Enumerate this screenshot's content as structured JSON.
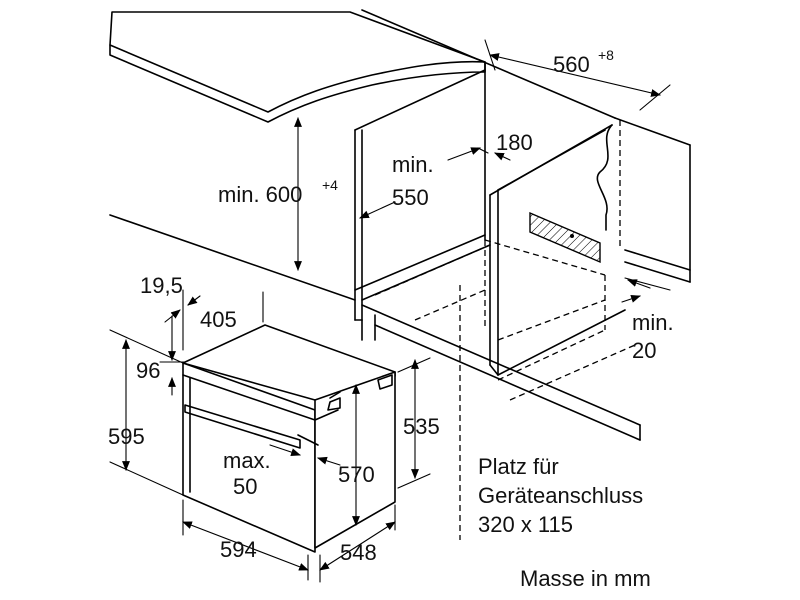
{
  "dims": {
    "cabinet_depth": "560",
    "cabinet_depth_tol": "+8",
    "min_600_prefix": "min. 600",
    "min_600_tol": "+4",
    "min_550_line1": "min.",
    "min_550_line2": "550",
    "dim_180": "180",
    "min_20_line1": "min.",
    "min_20_line2": "20",
    "dim_19_5": "19,5",
    "dim_405": "405",
    "dim_96": "96",
    "dim_595": "595",
    "dim_535": "535",
    "max_50_line1": "max.",
    "max_50_line2": "50",
    "dim_570": "570",
    "dim_594": "594",
    "dim_548": "548"
  },
  "notes": {
    "connection_line1": "Platz für",
    "connection_line2": "Geräteanschluss",
    "connection_line3": "320 x 115",
    "units": "Masse in mm"
  }
}
